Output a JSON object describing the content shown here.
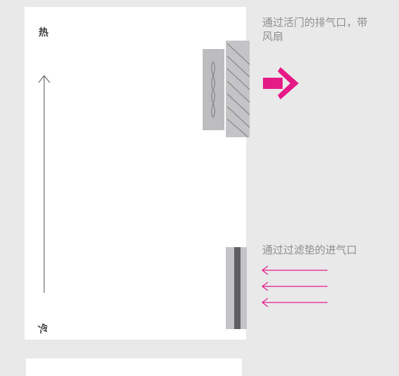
{
  "labels": {
    "hot": "热",
    "cold": "冷"
  },
  "callouts": {
    "exhaust": "通过活门的排气口，带风扇",
    "intake": "通过过滤垫的进气口"
  },
  "colors": {
    "accent_arrow": "#e51a86",
    "background": "#e9e9ea",
    "cabinet": "#ffffff",
    "louver": "#c4c4c6",
    "fan_box": "#bdbdbf",
    "filter_dark": "#5f5f63"
  },
  "icons": {
    "exhaust_arrow": "thick-right-arrow",
    "intake_arrows": "thin-left-arrows",
    "airflow_arrow": "up-arrow",
    "fan": "fan-blade-icon"
  }
}
